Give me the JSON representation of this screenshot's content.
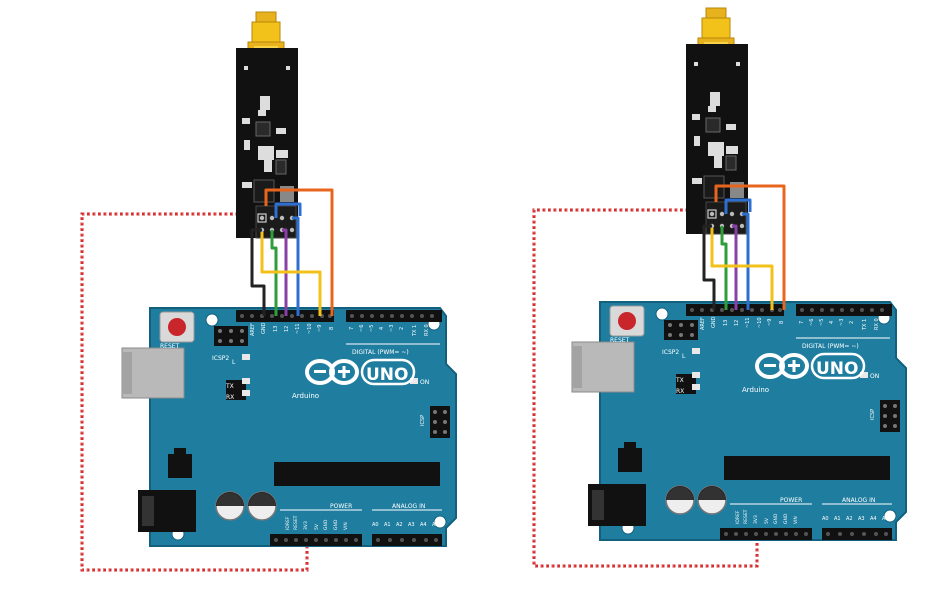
{
  "colors": {
    "board": "#1f7ea0",
    "board_edge": "#13607e",
    "module": "#111111",
    "antenna": "#e8b21e",
    "wire_gnd": "#222222",
    "wire_vcc": "#d62c2c",
    "wire_green": "#2e9e3a",
    "wire_purple": "#8a3fa6",
    "wire_blue": "#2d6fd1",
    "wire_yellow": "#f2c21a",
    "wire_orange": "#e8661c"
  },
  "boards": [
    {
      "reset_label": "RESET",
      "icsp2_label": "ICSP2",
      "icsp_label": "ICSP",
      "digital_label": "DIGITAL (PWM= ~)",
      "brand_uno": "UNO",
      "brand_arduino": "Arduino",
      "on_label": "ON",
      "led_l": "L",
      "led_tx": "TX",
      "led_rx": "RX",
      "power_label": "POWER",
      "analog_label": "ANALOG IN",
      "aref": "AREF",
      "gnd": "GND",
      "pin13": "13",
      "pin12": "12",
      "pin11": "~11",
      "pin10": "~10",
      "pin9": "~9",
      "pin8": "8",
      "pin7": "7",
      "pin6": "~6",
      "pin5": "~5",
      "pin4": "4",
      "pin3": "~3",
      "pin2": "2",
      "tx1": "TX 1",
      "rx0": "RX 0",
      "ioref": "IOREF",
      "reset_pin": "RESET",
      "v33": "3V3",
      "v5": "5V",
      "gnd1": "GND",
      "gnd2": "GND",
      "vin": "VIN",
      "a0": "A0",
      "a1": "A1",
      "a2": "A2",
      "a3": "A3",
      "a4": "A4",
      "a5": "A5"
    },
    {
      "reset_label": "RESET",
      "icsp2_label": "ICSP2",
      "icsp_label": "ICSP",
      "digital_label": "DIGITAL (PWM= ~)",
      "brand_uno": "UNO",
      "brand_arduino": "Arduino",
      "on_label": "ON",
      "led_l": "L",
      "led_tx": "TX",
      "led_rx": "RX",
      "power_label": "POWER",
      "analog_label": "ANALOG IN",
      "aref": "AREF",
      "gnd": "GND",
      "pin13": "13",
      "pin12": "12",
      "pin11": "~11",
      "pin10": "~10",
      "pin9": "~9",
      "pin8": "8",
      "pin7": "7",
      "pin6": "~6",
      "pin5": "~5",
      "pin4": "4",
      "pin3": "~3",
      "pin2": "2",
      "tx1": "TX 1",
      "rx0": "RX 0",
      "ioref": "IOREF",
      "reset_pin": "RESET",
      "v33": "3V3",
      "v5": "5V",
      "gnd1": "GND",
      "gnd2": "GND",
      "vin": "VIN",
      "a0": "A0",
      "a1": "A1",
      "a2": "A2",
      "a3": "A3",
      "a4": "A4",
      "a5": "A5"
    }
  ]
}
